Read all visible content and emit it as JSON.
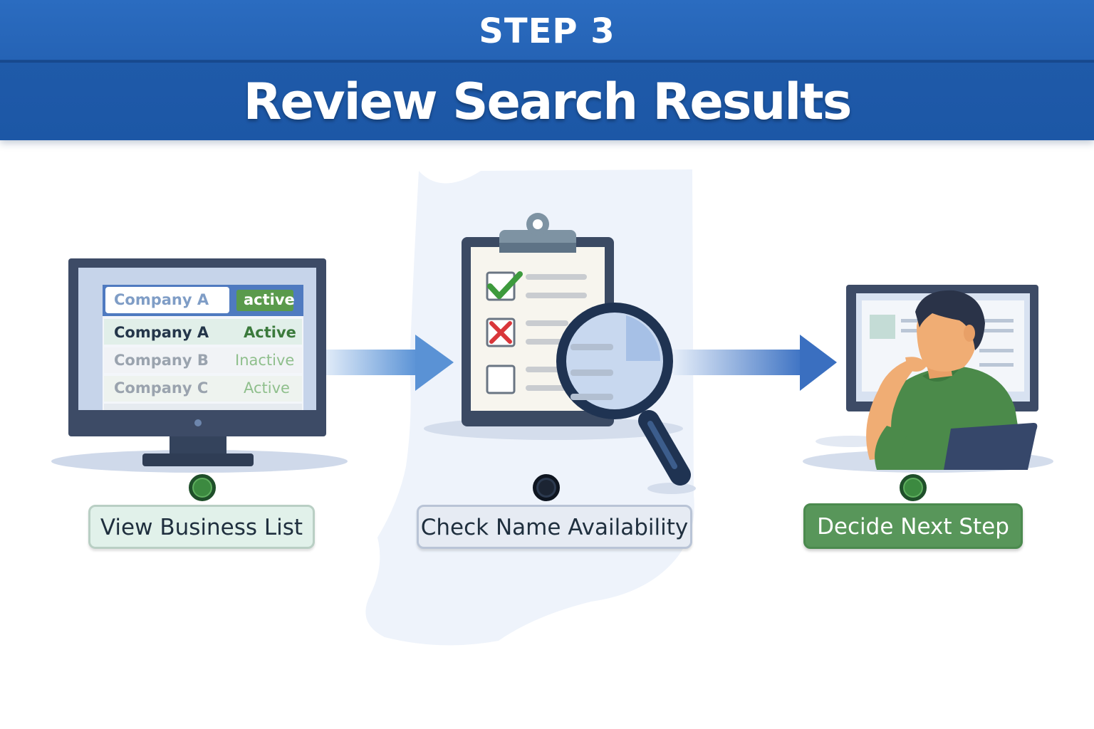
{
  "header": {
    "step_label": "STEP 3",
    "title": "Review Search Results"
  },
  "business_list": {
    "search_name": "Company A",
    "search_status": "active",
    "rows": [
      {
        "name": "Company A",
        "status": "Active"
      },
      {
        "name": "Company B",
        "status": "Inactive"
      },
      {
        "name": "Company C",
        "status": "Active"
      }
    ]
  },
  "steps": [
    {
      "label": "View Business List"
    },
    {
      "label": "Check Name Availability"
    },
    {
      "label": "Decide Next Step"
    }
  ],
  "colors": {
    "header_blue": "#2563b5",
    "accent_green": "#58965a",
    "arrow_blue": "#3f74c4",
    "monitor_frame": "#3d4b66"
  },
  "icons": [
    "monitor-icon",
    "clipboard-checklist-icon",
    "magnifier-icon",
    "person-thinking-icon",
    "arrow-right-icon",
    "check-icon",
    "x-mark-icon"
  ]
}
